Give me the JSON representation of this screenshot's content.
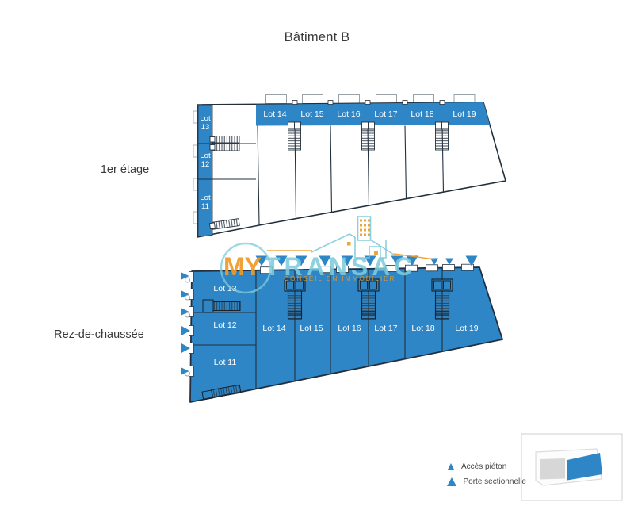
{
  "title": "Bâtiment B",
  "floors": [
    {
      "id": "first",
      "label": "1er étage"
    },
    {
      "id": "ground",
      "label": "Rez-de-chaussée"
    }
  ],
  "lots": {
    "left": [
      "Lot 13",
      "Lot 12",
      "Lot 11"
    ],
    "main": [
      "Lot 14",
      "Lot 15",
      "Lot 16",
      "Lot 17",
      "Lot 18",
      "Lot 19"
    ]
  },
  "legend": [
    {
      "symbol": "triangle-small",
      "label": "Accès piéton"
    },
    {
      "symbol": "triangle-large",
      "label": "Porte sectionnelle"
    }
  ],
  "watermark": {
    "prefix": "MY",
    "name": "TRANSAC",
    "tagline": "CONSEIL EN IMMOBILIER"
  },
  "colors": {
    "primary_blue": "#2E86C6",
    "outline_dark": "#22303E",
    "watermark_teal": "#7FCBDC",
    "watermark_orange": "#EE9B27",
    "minimap_gray": "#D7D7D7",
    "text_dark": "#3A3A3A"
  }
}
